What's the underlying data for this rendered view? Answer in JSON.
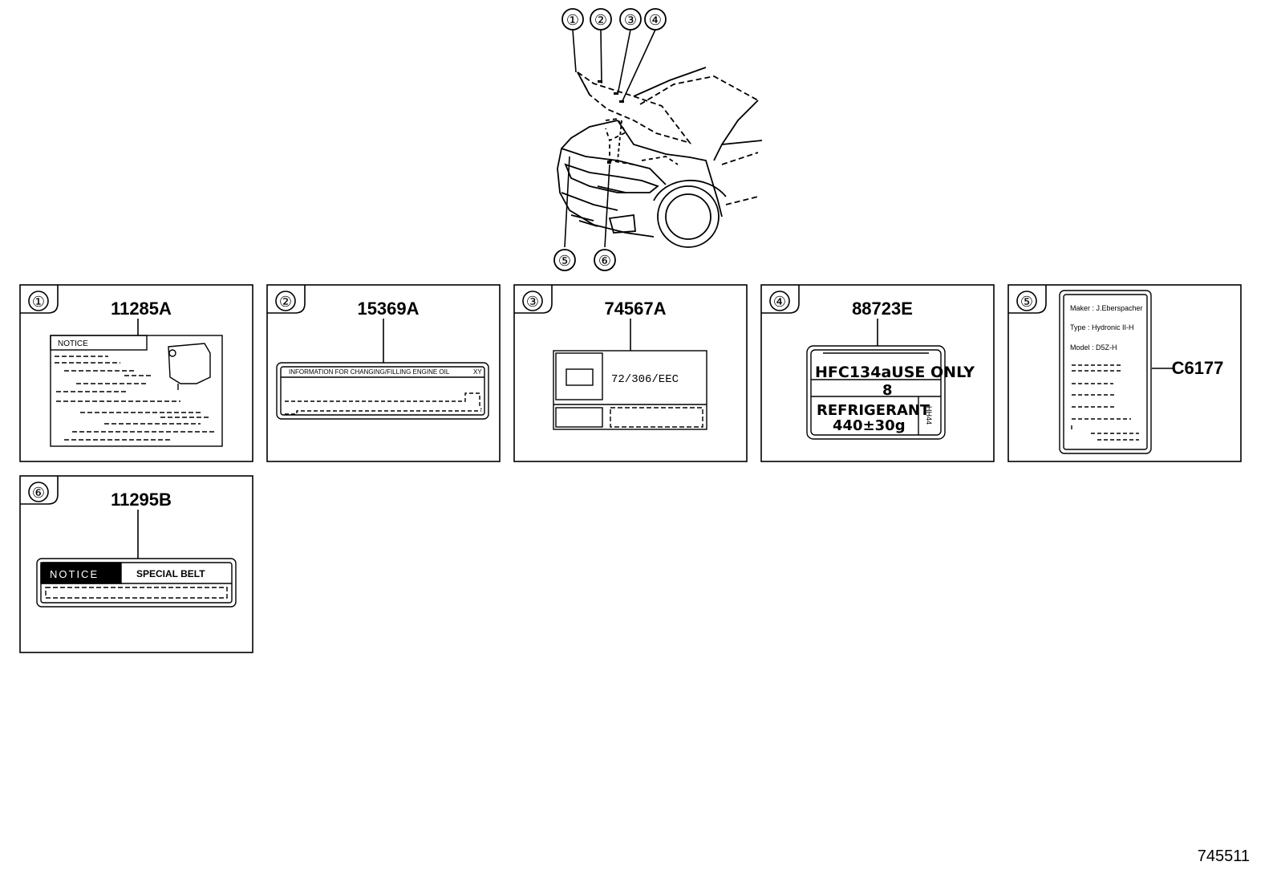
{
  "callouts": [
    "①",
    "②",
    "③",
    "④",
    "⑤",
    "⑥"
  ],
  "panels": [
    {
      "num": "①",
      "part": "11285A"
    },
    {
      "num": "②",
      "part": "15369A"
    },
    {
      "num": "③",
      "part": "74567A"
    },
    {
      "num": "④",
      "part": "88723E"
    },
    {
      "num": "⑤",
      "part": "C6177"
    },
    {
      "num": "⑥",
      "part": "11295B"
    }
  ],
  "labels": {
    "l1_notice": "NOTICE",
    "l2_header": "INFORMATION FOR CHANGING/FILLING ENGINE OIL",
    "l2_code": "XY",
    "l3_text": "72/306/EEC",
    "l4_line1": "HFC134aUSE ONLY",
    "l4_line2": "8",
    "l4_line3": "REFRIGERANT",
    "l4_line4": "440±30g",
    "l4_side": "HH44",
    "l5_maker": "Maker : J.Eberspacher",
    "l5_type": "Type : Hydronic II-H",
    "l5_model": "Model : D5Z-H",
    "l6_notice": "NOTICE",
    "l6_text": "SPECIAL BELT"
  },
  "doc_id": "745511"
}
